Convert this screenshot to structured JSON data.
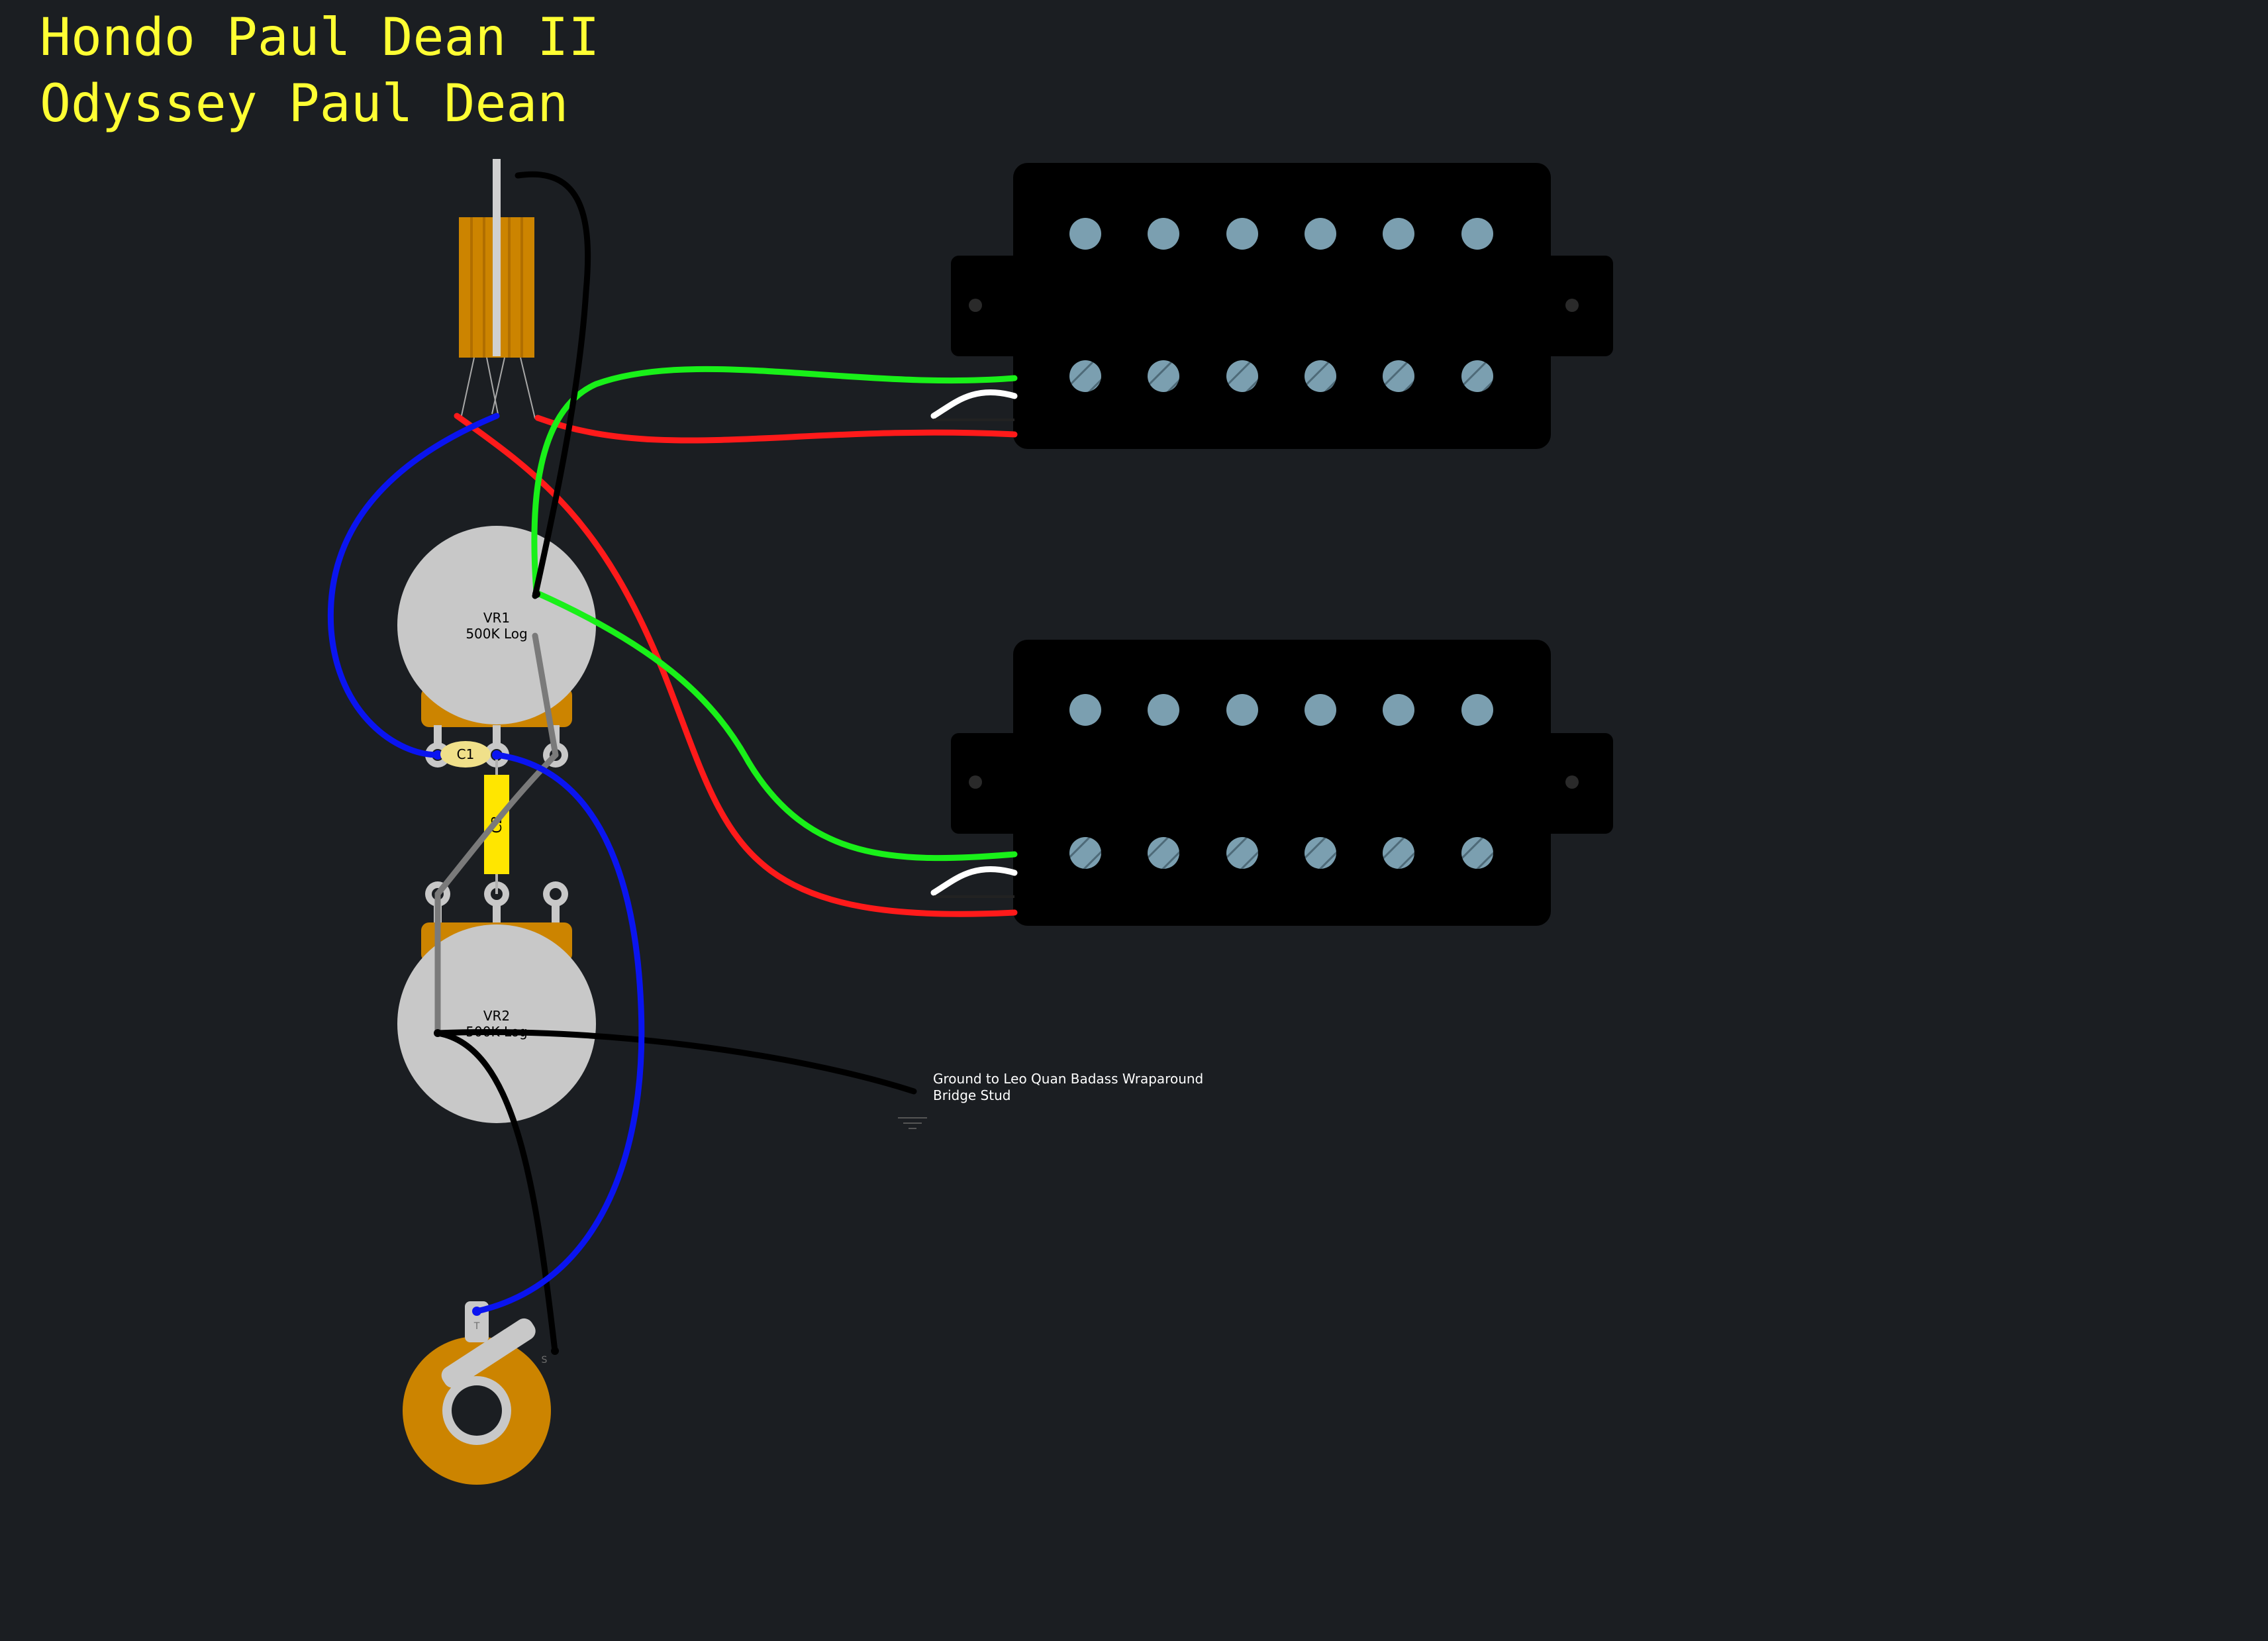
{
  "title": {
    "line1": "Hondo Paul Dean II",
    "line2": "Odyssey Paul Dean"
  },
  "components": {
    "vr1": {
      "name": "VR1",
      "value": "500K Log"
    },
    "vr2": {
      "name": "VR2",
      "value": "500K Log"
    },
    "c1": {
      "name": "C1"
    },
    "c2": {
      "name": "C2"
    },
    "jack": {
      "tip_label": "T",
      "sleeve_label": "S"
    },
    "switch": {
      "type": "3-way toggle switch"
    },
    "neck_pickup": {
      "type": "humbucker",
      "pole_pieces": 12
    },
    "bridge_pickup": {
      "type": "humbucker",
      "pole_pieces": 12
    }
  },
  "ground_note": {
    "line1": "Ground to Leo Quan Badass Wraparound",
    "line2": "Bridge Stud"
  },
  "colors": {
    "background": "#1b1e22",
    "title": "#ffff33",
    "wire_red": "#ff1a1a",
    "wire_green": "#19f019",
    "wire_blue": "#0a14f0",
    "wire_black": "#000000",
    "wire_white": "#ffffff",
    "pot_body": "#c8c8c8",
    "pot_case": "#cc8400",
    "pickup": "#000000",
    "pole": "#7b9fb0",
    "cap_c1": "#f0e08a",
    "cap_c2": "#ffe600"
  }
}
